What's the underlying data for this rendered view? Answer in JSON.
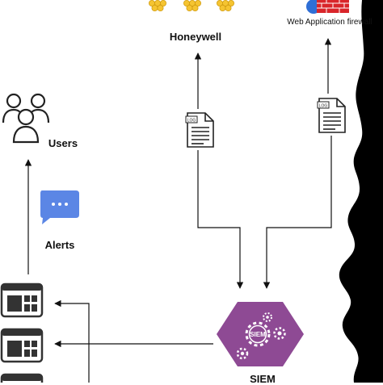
{
  "nodes": {
    "honeywell": {
      "label": "Honeywell"
    },
    "waf": {
      "label": "Web Application firewall"
    },
    "users": {
      "label": "Users"
    },
    "alerts": {
      "label": "Alerts"
    },
    "siem": {
      "label": "SIEM",
      "badge": "SIEM"
    }
  },
  "log_icon_text": "LOG",
  "colors": {
    "siem_fill": "#8e4a94",
    "honeycomb": "#f5c431",
    "chat_bubble": "#5b86e5",
    "firewall": "#d9252a",
    "dark_band": "#000000"
  }
}
